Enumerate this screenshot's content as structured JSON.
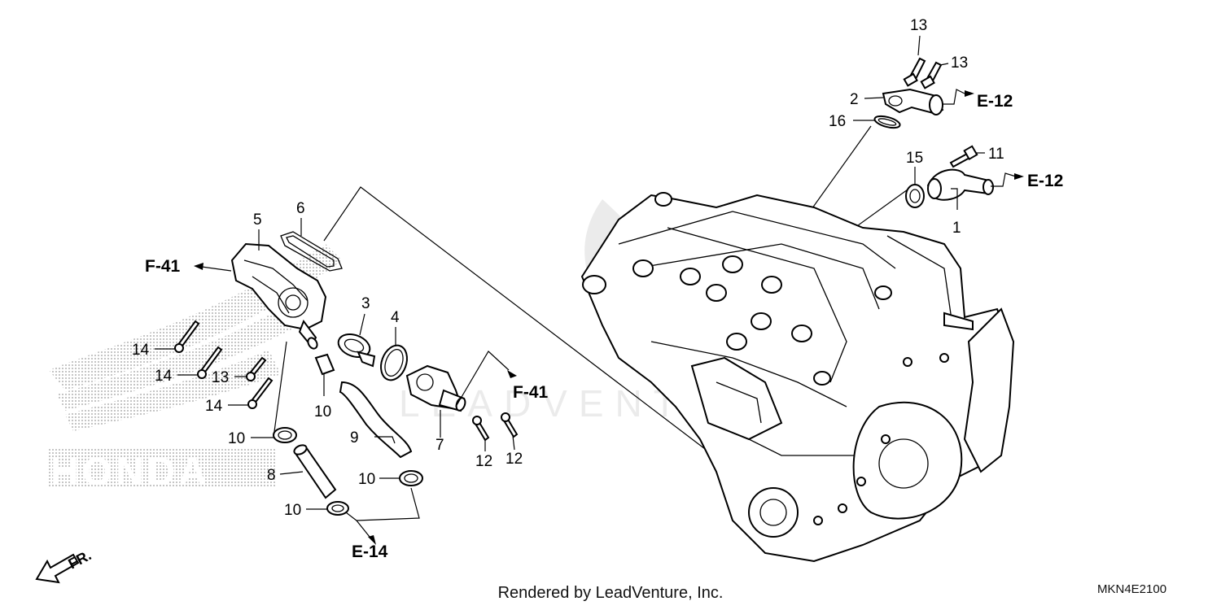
{
  "diagram": {
    "callouts": [
      {
        "id": "n13a",
        "text": "13"
      },
      {
        "id": "n13b",
        "text": "13"
      },
      {
        "id": "n2",
        "text": "2"
      },
      {
        "id": "n16",
        "text": "16"
      },
      {
        "id": "n11",
        "text": "11"
      },
      {
        "id": "n15",
        "text": "15"
      },
      {
        "id": "n1",
        "text": "1"
      },
      {
        "id": "n5",
        "text": "5"
      },
      {
        "id": "n6",
        "text": "6"
      },
      {
        "id": "n3",
        "text": "3"
      },
      {
        "id": "n4",
        "text": "4"
      },
      {
        "id": "n14a",
        "text": "14"
      },
      {
        "id": "n14b",
        "text": "14"
      },
      {
        "id": "n13c",
        "text": "13"
      },
      {
        "id": "n14c",
        "text": "14"
      },
      {
        "id": "n10a",
        "text": "10"
      },
      {
        "id": "n10b",
        "text": "10"
      },
      {
        "id": "n9",
        "text": "9"
      },
      {
        "id": "n7",
        "text": "7"
      },
      {
        "id": "n12a",
        "text": "12"
      },
      {
        "id": "n12b",
        "text": "12"
      },
      {
        "id": "n8",
        "text": "8"
      },
      {
        "id": "n10c",
        "text": "10"
      },
      {
        "id": "n10d",
        "text": "10"
      }
    ],
    "refs": [
      {
        "id": "r-e12a",
        "text": "E-12"
      },
      {
        "id": "r-e12b",
        "text": "E-12"
      },
      {
        "id": "r-f41a",
        "text": "F-41"
      },
      {
        "id": "r-f41b",
        "text": "F-41"
      },
      {
        "id": "r-e14",
        "text": "E-14"
      }
    ],
    "direction_label": "FR.",
    "footer_text": "Rendered by LeadVenture, Inc.",
    "diagram_code": "MKN4E2100",
    "watermark_text": "LEADVENTURE",
    "background_brand_text": "HONDA"
  }
}
